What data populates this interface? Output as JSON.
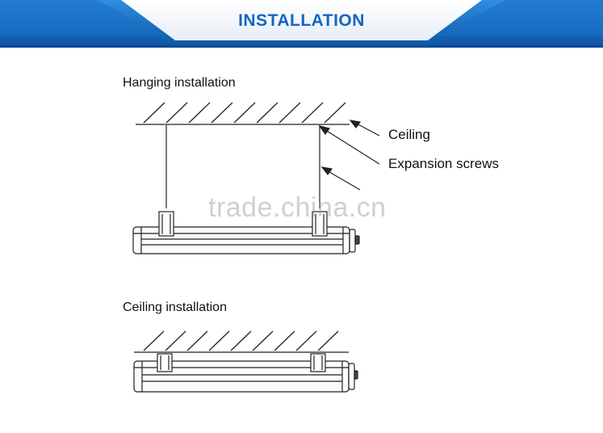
{
  "banner": {
    "title": "INSTALLATION",
    "colors": {
      "blue_dark": "#0d57a8",
      "blue_light": "#2f8fe0",
      "panel": "#f3f6fb",
      "title": "#1565c0"
    }
  },
  "hanging": {
    "title": "Hanging installation",
    "callouts": {
      "ceiling": "Ceiling",
      "screws": "Expansion screws"
    }
  },
  "ceiling_mount": {
    "title": "Ceiling installation"
  },
  "watermark": "trade.china.cn"
}
